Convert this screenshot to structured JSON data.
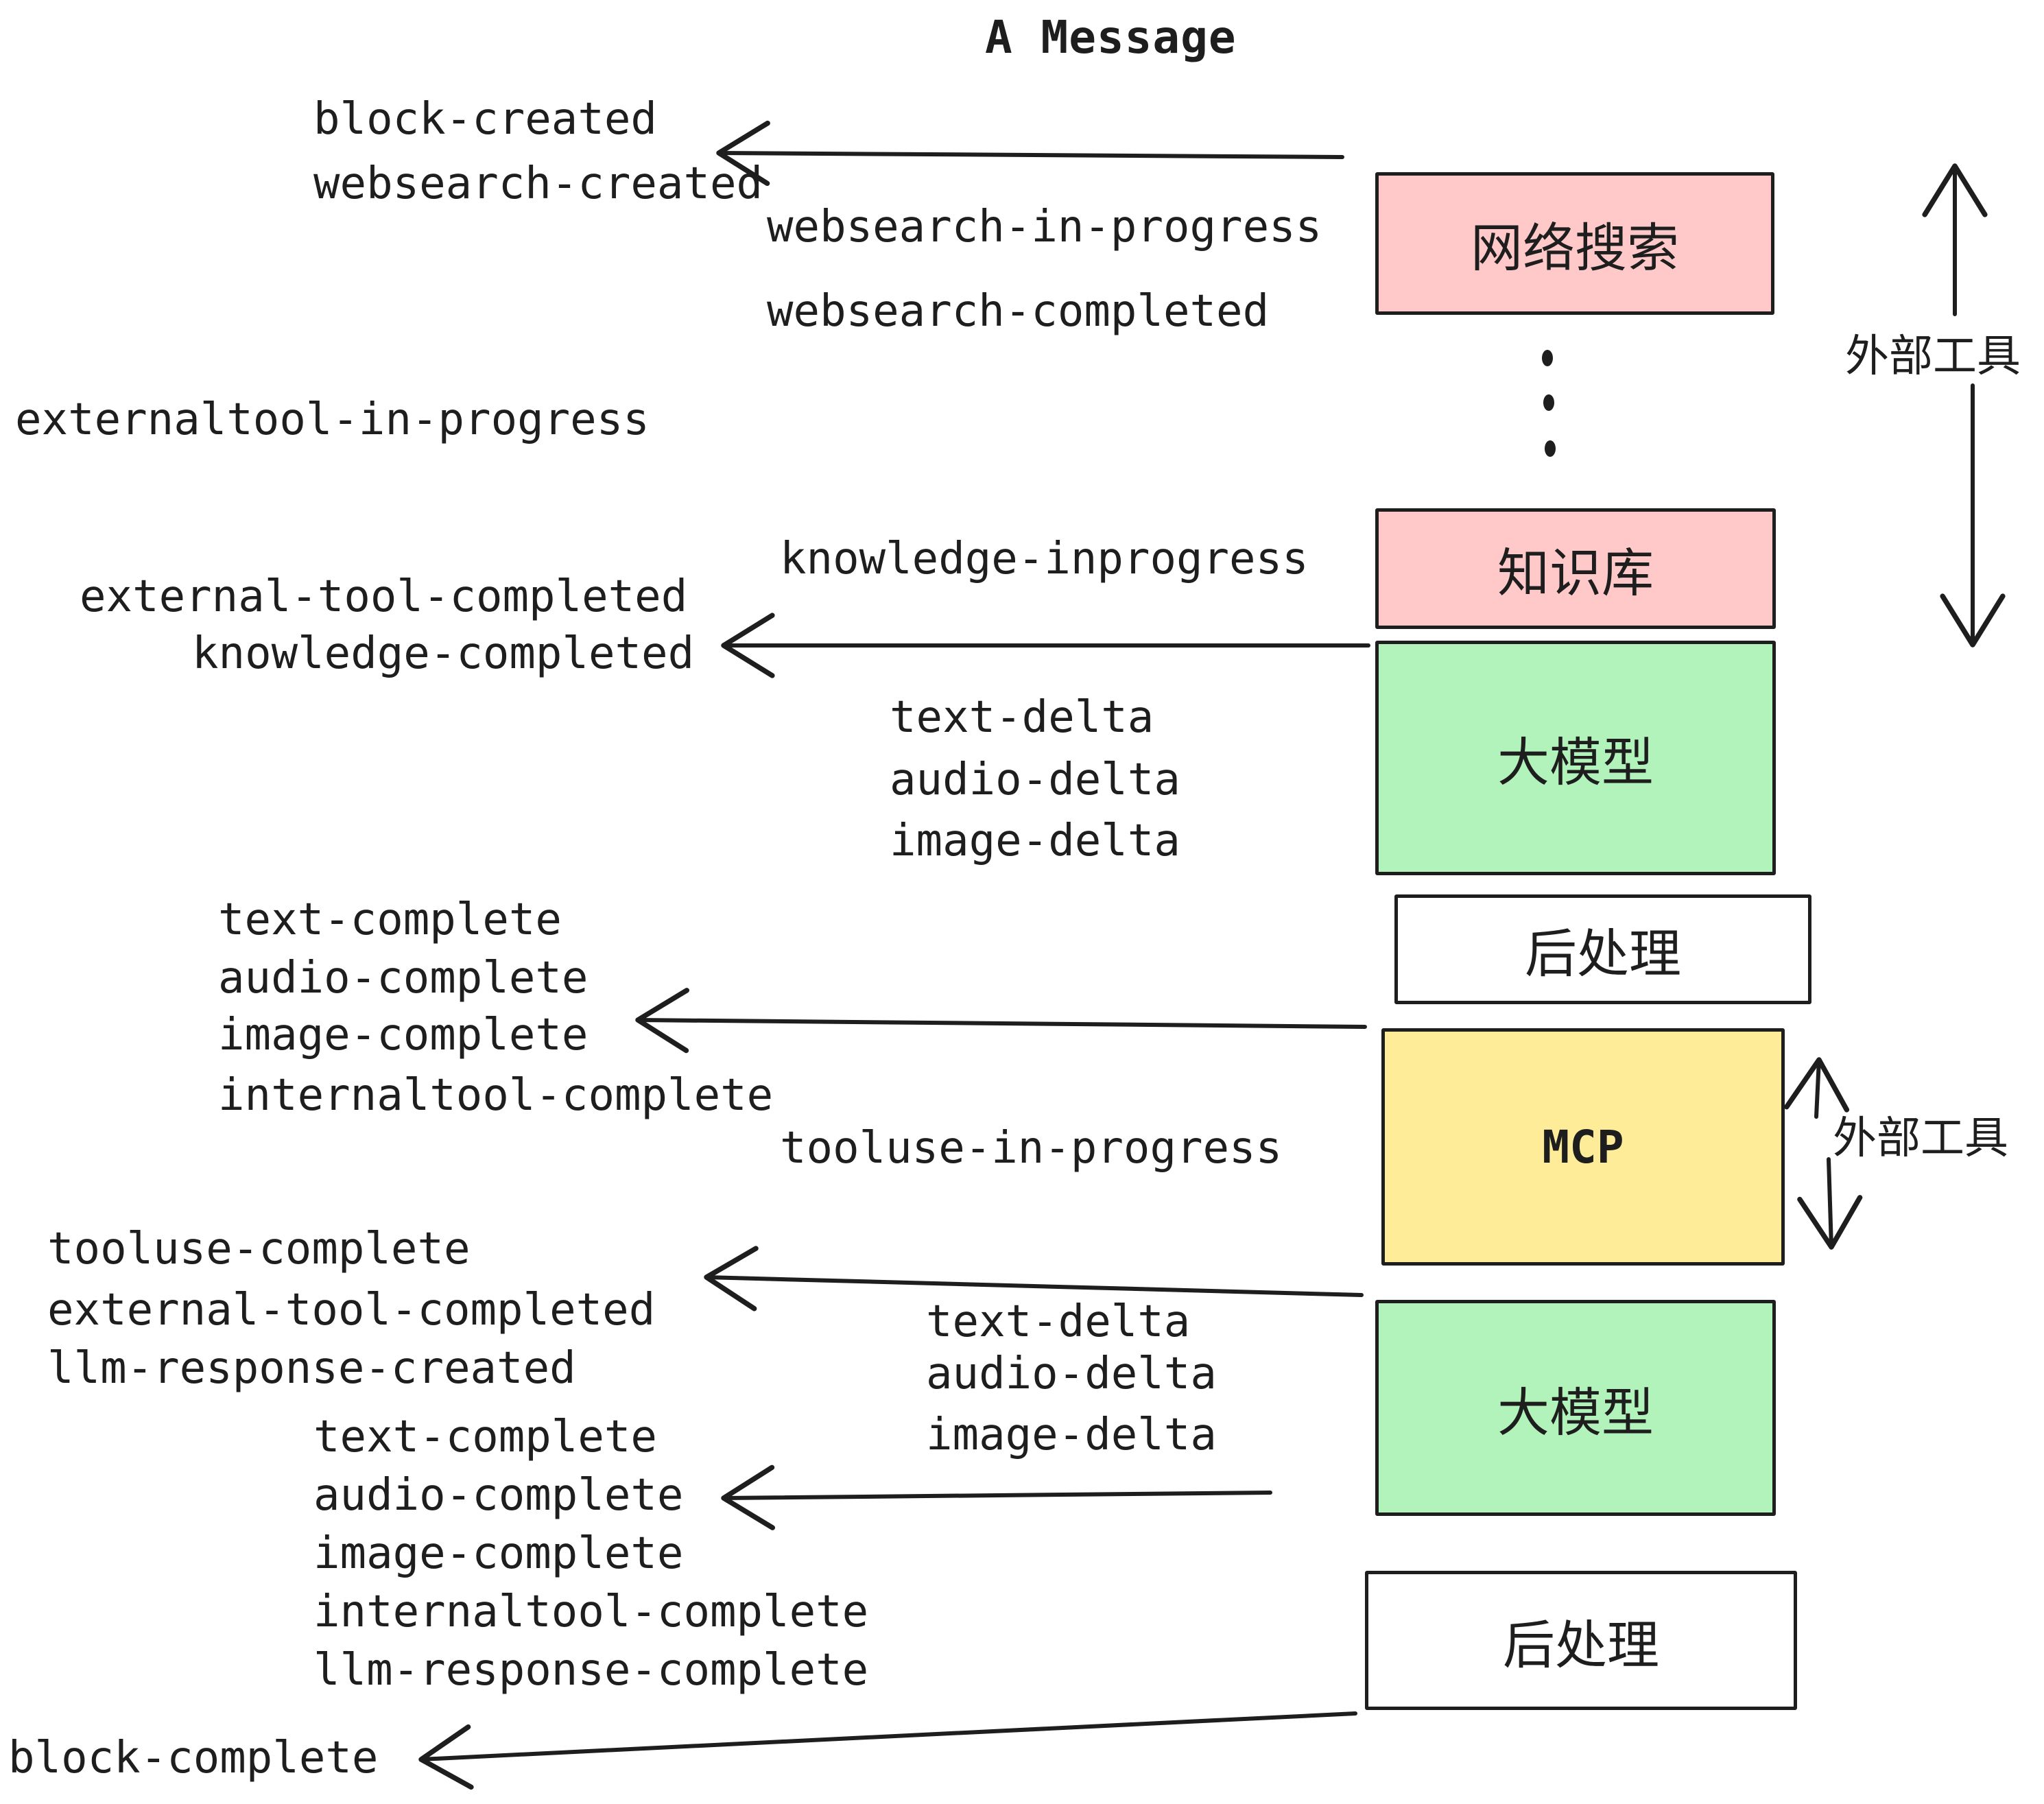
{
  "title": "A Message",
  "events": {
    "block_created": "block-created",
    "websearch_created": "websearch-created",
    "websearch_in_progress": "websearch-in-progress",
    "websearch_completed": "websearch-completed",
    "externaltool_in_progress": "externaltool-in-progress",
    "knowledge_inprogress": "knowledge-inprogress",
    "external_tool_completed": "external-tool-completed",
    "knowledge_completed": "knowledge-completed",
    "text_delta": "text-delta",
    "audio_delta": "audio-delta",
    "image_delta": "image-delta",
    "text_complete": "text-complete",
    "audio_complete": "audio-complete",
    "image_complete": "image-complete",
    "internaltool_complete": "internaltool-complete",
    "tooluse_in_progress": "tooluse-in-progress",
    "tooluse_complete": "tooluse-complete",
    "external_tool_completed_2": "external-tool-completed",
    "llm_response_created": "llm-response-created",
    "text_complete_2": "text-complete",
    "audio_complete_2": "audio-complete",
    "image_complete_2": "image-complete",
    "internaltool_complete_2": "internaltool-complete",
    "llm_response_complete": "llm-response-complete",
    "text_delta_2": "text-delta",
    "audio_delta_2": "audio-delta",
    "image_delta_2": "image-delta",
    "block_complete": "block-complete"
  },
  "nodes": {
    "websearch": "网络搜索",
    "knowledge": "知识库",
    "llm_1": "大模型",
    "post_1": "后处理",
    "mcp": "MCP",
    "llm_2": "大模型",
    "post_2": "后处理"
  },
  "side_labels": {
    "external_tools_1": "外部工具",
    "external_tools_2": "外部工具"
  },
  "colors": {
    "ink": "#1e1e1e",
    "pink": "#ffc9c9",
    "green": "#b2f2bb",
    "yellow": "#ffec99"
  }
}
